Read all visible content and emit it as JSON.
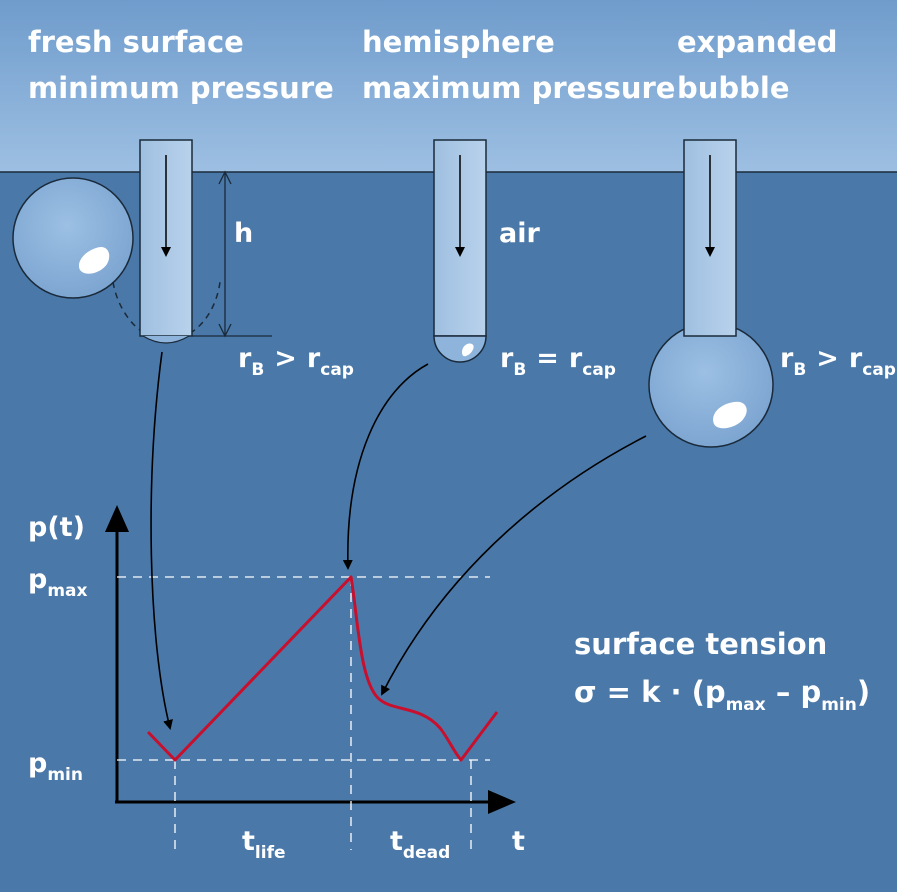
{
  "stages": [
    {
      "line1": "fresh surface",
      "line2": "minimum pressure",
      "relation": {
        "r": "r",
        "b": "B",
        "op": ">",
        "rc": "r",
        "cap": "cap"
      }
    },
    {
      "line1": "hemisphere",
      "line2": "maximum pressure",
      "relation": {
        "r": "r",
        "b": "B",
        "op": "=",
        "rc": "r",
        "cap": "cap"
      }
    },
    {
      "line1": "expanded",
      "line2": "bubble",
      "relation": {
        "r": "r",
        "b": "B",
        "op": ">",
        "rc": "r",
        "cap": "cap"
      }
    }
  ],
  "labels": {
    "h": "h",
    "air": "air"
  },
  "graph": {
    "y_axis": "p(t)",
    "x_axis": "t",
    "pmax": {
      "p": "p",
      "sub": "max"
    },
    "pmin": {
      "p": "p",
      "sub": "min"
    },
    "tlife": {
      "t": "t",
      "sub": "life"
    },
    "tdead": {
      "t": "t",
      "sub": "dead"
    }
  },
  "formula": {
    "title": "surface tension",
    "lhs": "σ = k · (p",
    "sub1": "max",
    "mid": " – p",
    "sub2": "min",
    "end": ")"
  },
  "colors": {
    "sky_top": "#7fa7d4",
    "water": "#4a78a8",
    "curve": "#c8102e",
    "bubble": "#8fb4dc"
  }
}
